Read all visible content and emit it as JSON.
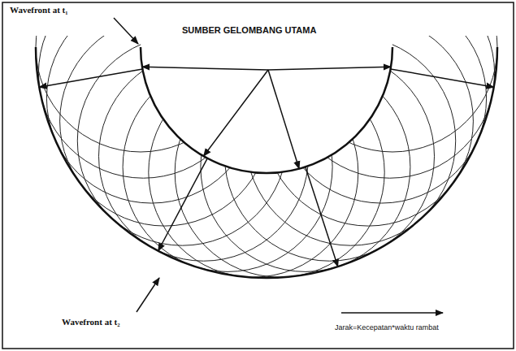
{
  "diagram": {
    "labels": [
      "Wavefront at t₁",
      "SUMBER GELOMBANG UTAMA",
      "Wavefront at t₂",
      "Jarak=Kecepatan*waktu rambat"
    ]
  }
}
